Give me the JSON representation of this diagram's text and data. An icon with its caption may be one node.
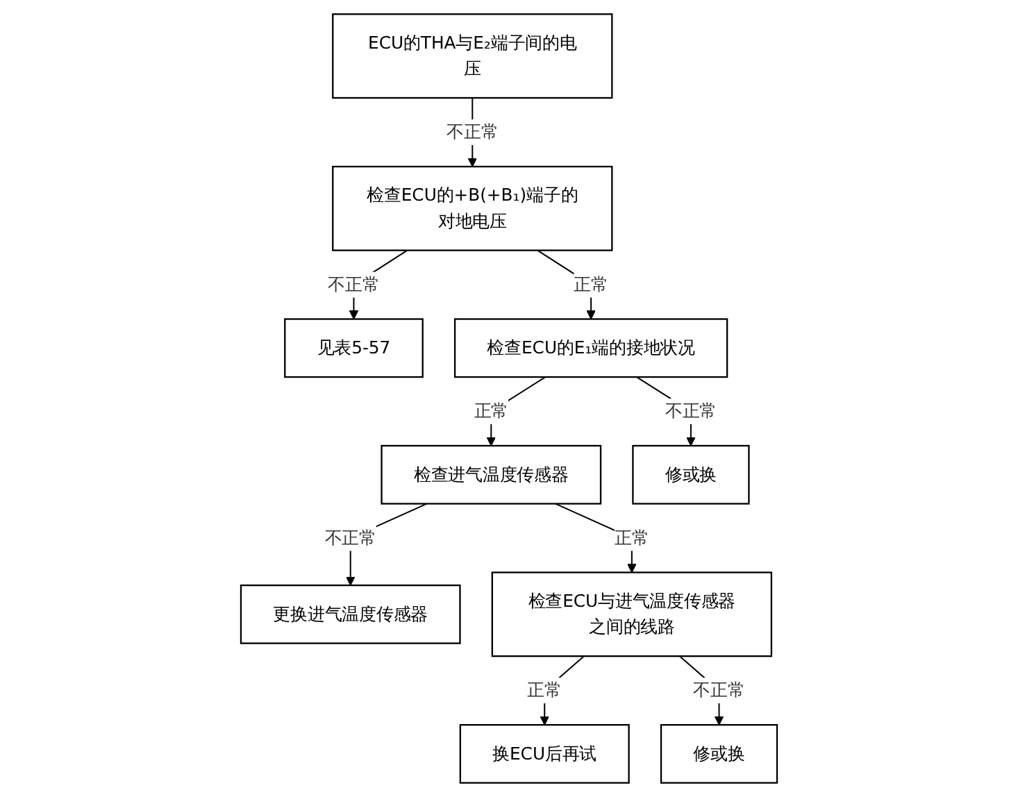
{
  "diagram": {
    "nodes": [
      {
        "text": [
          "ECU的THA与E₂端子间的电压"
        ]
      },
      {
        "text": [
          "检查ECU的+B(+B₁)端子的对地电压"
        ]
      },
      {
        "text": [
          "见表5-57"
        ]
      },
      {
        "text": [
          "检查ECU的E₁端的接地状况"
        ]
      },
      {
        "text": [
          "检查进气温度传感器"
        ]
      },
      {
        "text": [
          "修或换"
        ]
      },
      {
        "text": [
          "更换进气温度传感器"
        ]
      },
      {
        "text": [
          "检查ECU与进气温度传感器之间的线路"
        ]
      },
      {
        "text": [
          "换ECU后再试"
        ]
      },
      {
        "text": [
          "修或换"
        ]
      }
    ],
    "edges": [
      {
        "from": 0,
        "to": 1,
        "arrow": "to",
        "label": "不正常"
      },
      {
        "from": 1,
        "to": 2,
        "arrow": "to",
        "label": "不正常"
      },
      {
        "from": 1,
        "to": 3,
        "arrow": "to",
        "label": "正常"
      },
      {
        "from": 3,
        "to": 4,
        "arrow": "to",
        "label": "正常"
      },
      {
        "from": 3,
        "to": 5,
        "arrow": "to",
        "label": "不正常"
      },
      {
        "from": 4,
        "to": 6,
        "arrow": "to",
        "label": "不正常"
      },
      {
        "from": 4,
        "to": 7,
        "arrow": "to",
        "label": "正常"
      },
      {
        "from": 7,
        "to": 8,
        "arrow": "to",
        "label": "正常"
      },
      {
        "from": 7,
        "to": 9,
        "arrow": "to",
        "label": "不正常"
      }
    ]
  }
}
